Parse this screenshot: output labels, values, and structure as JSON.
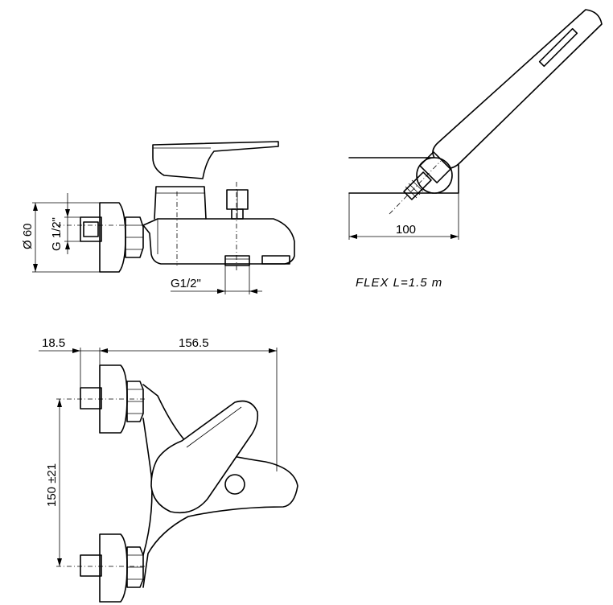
{
  "dimensions": {
    "diameter": "Ø 60",
    "inlet_thread": "G 1/2\"",
    "outlet_thread": "G1/2\"",
    "shower_offset": "100",
    "hose": "FLEX L=1.5 m",
    "eccentric_depth": "18.5",
    "total_depth": "156.5",
    "center_distance": "150 ±21"
  }
}
